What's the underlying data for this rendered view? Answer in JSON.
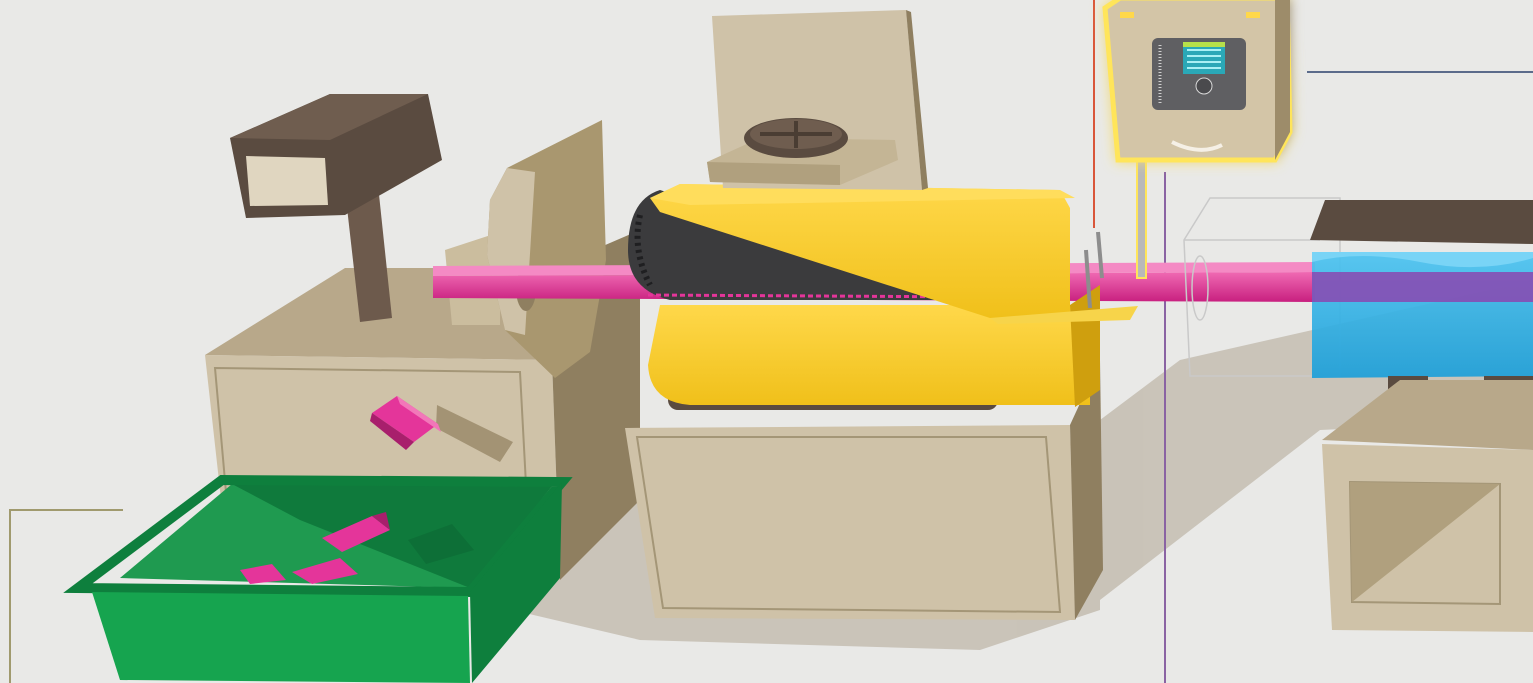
{
  "scene": {
    "type": "illustrated extrusion production line",
    "components": [
      {
        "id": "saw-cutter",
        "icon": "saw-icon"
      },
      {
        "id": "product-ejection",
        "icon": "chute-icon"
      },
      {
        "id": "collection-bin",
        "icon": "bin-icon"
      },
      {
        "id": "belt-puller",
        "icon": "caterpillar-haul-off-icon"
      },
      {
        "id": "measurement-control-cabinet",
        "icon": "control-panel-icon"
      },
      {
        "id": "cooling-water-tank",
        "icon": "water-tank-icon"
      },
      {
        "id": "vacuum-calibrator",
        "icon": "calibrator-icon"
      },
      {
        "id": "extruded-profile",
        "icon": "profile-icon"
      }
    ],
    "product_count_in_bin": 3,
    "has_text_labels": false
  },
  "colors": {
    "background": "#e9e9e7",
    "profile": "#e4359a",
    "puller_yellow": "#f4c81e",
    "belt_dark": "#3b3b3d",
    "machine_beige": "#cfc2a8",
    "machine_beige_dark": "#8f7f60",
    "bin_green": "#16a44f",
    "water": "#26aee6",
    "cabinet_glow": "#ffe55a",
    "brown_dark": "#5a4b40",
    "leader_olive": "#a09a6e",
    "leader_navy": "#5b6b8b",
    "leader_purple": "#8a63a3",
    "leader_red": "#d9563a"
  }
}
